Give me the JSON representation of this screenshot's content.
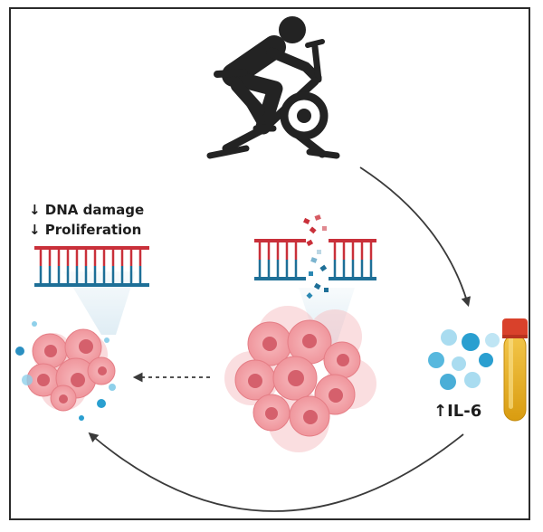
{
  "labels": {
    "dna_damage": "↓ DNA damage",
    "proliferation": "↓ Proliferation",
    "il6": "↑IL-6"
  },
  "icons": {
    "exercise": "stationary-bike-cyclist-icon",
    "dna_intact": "dna-double-strand-icon",
    "dna_broken": "dna-double-strand-break-icon",
    "tumor_small": "tumor-cell-cluster-small-icon",
    "tumor_large": "tumor-cell-cluster-large-icon",
    "blood_tube": "blood-sample-tube-icon",
    "il6_molecules": "cytokine-molecules-icon"
  },
  "colors": {
    "dna_red": "#c9303a",
    "dna_blue": "#1e6f97",
    "cell_pink": "#f2a3a8",
    "cell_nucleus": "#d5606c",
    "cytokine_blue": "#2a9fd0",
    "tube_yellow": "#e7b21b",
    "tube_cap": "#d9412b",
    "icon_dark": "#232323"
  }
}
